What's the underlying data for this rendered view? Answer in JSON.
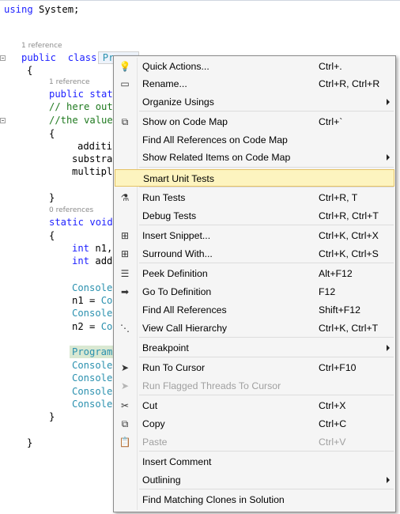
{
  "code": {
    "using_line": {
      "kw": "using",
      "rest": " System;"
    },
    "lens_class_refs": "1 reference",
    "class_line": {
      "kw1": "public",
      "kw2": "class",
      "name": "Pro"
    },
    "brace_open_1": "{",
    "lens_method1_refs": "1 reference",
    "method1_line": {
      "kw1": "public",
      "kw2": "stat"
    },
    "comment1": "// here out",
    "comment2": "//the value",
    "brace_open_2": "{",
    "line_additi": "additi",
    "line_substra": "substra",
    "line_multipl": "multipl",
    "brace_close_2": "}",
    "lens_method2_refs": "0 references",
    "method2_line": {
      "kw1": "static",
      "kw2": "void"
    },
    "brace_open_3": "{",
    "decl1": {
      "kw": "int",
      "rest": " n1,"
    },
    "decl2": {
      "kw": "int",
      "rest": " add"
    },
    "console1": "Console",
    "assign1": {
      "lhs": "n1 = ",
      "rhs": "Co"
    },
    "console2": "Console",
    "assign2": {
      "lhs": "n2 = ",
      "rhs": "Co"
    },
    "program_call": "Program",
    "console3": "Console",
    "console4": "Console",
    "console5": "Console",
    "console6": "Console",
    "brace_close_3": "}",
    "brace_close_1": "}"
  },
  "context_menu": {
    "items": [
      {
        "label": "Quick Actions...",
        "shortcut": "Ctrl+.",
        "icon": "lightbulb-icon",
        "glyph": "💡"
      },
      {
        "label": "Rename...",
        "shortcut": "Ctrl+R, Ctrl+R",
        "icon": "rename-icon",
        "glyph": "▭"
      },
      {
        "label": "Organize Usings",
        "shortcut": "",
        "icon": "",
        "glyph": "",
        "submenu": true
      },
      {
        "label": "Show on Code Map",
        "shortcut": "Ctrl+`",
        "icon": "code-map-icon",
        "glyph": "⧉"
      },
      {
        "label": "Find All References on Code Map",
        "shortcut": "",
        "icon": "",
        "glyph": ""
      },
      {
        "label": "Show Related Items on Code Map",
        "shortcut": "",
        "icon": "",
        "glyph": "",
        "submenu": true
      },
      {
        "label": "Smart Unit Tests",
        "shortcut": "",
        "icon": "",
        "glyph": "",
        "active": true
      },
      {
        "label": "Run Tests",
        "shortcut": "Ctrl+R, T",
        "icon": "flask-icon",
        "glyph": "⚗"
      },
      {
        "label": "Debug Tests",
        "shortcut": "Ctrl+R, Ctrl+T",
        "icon": "",
        "glyph": ""
      },
      {
        "label": "Insert Snippet...",
        "shortcut": "Ctrl+K, Ctrl+X",
        "icon": "snippet-icon",
        "glyph": "⊞"
      },
      {
        "label": "Surround With...",
        "shortcut": "Ctrl+K, Ctrl+S",
        "icon": "surround-icon",
        "glyph": "⊞"
      },
      {
        "label": "Peek Definition",
        "shortcut": "Alt+F12",
        "icon": "peek-icon",
        "glyph": "☰"
      },
      {
        "label": "Go To Definition",
        "shortcut": "F12",
        "icon": "goto-definition-icon",
        "glyph": "➡"
      },
      {
        "label": "Find All References",
        "shortcut": "Shift+F12",
        "icon": "",
        "glyph": ""
      },
      {
        "label": "View Call Hierarchy",
        "shortcut": "Ctrl+K, Ctrl+T",
        "icon": "call-hierarchy-icon",
        "glyph": "⋱"
      },
      {
        "label": "Breakpoint",
        "shortcut": "",
        "icon": "",
        "glyph": "",
        "submenu": true
      },
      {
        "label": "Run To Cursor",
        "shortcut": "Ctrl+F10",
        "icon": "cursor-icon",
        "glyph": "➤"
      },
      {
        "label": "Run Flagged Threads To Cursor",
        "shortcut": "",
        "icon": "cursor-flag-icon",
        "glyph": "➤",
        "disabled": true
      },
      {
        "label": "Cut",
        "shortcut": "Ctrl+X",
        "icon": "scissors-icon",
        "glyph": "✂"
      },
      {
        "label": "Copy",
        "shortcut": "Ctrl+C",
        "icon": "copy-icon",
        "glyph": "⧉"
      },
      {
        "label": "Paste",
        "shortcut": "Ctrl+V",
        "icon": "paste-icon",
        "glyph": "📋",
        "disabled": true
      },
      {
        "label": "Insert Comment",
        "shortcut": "",
        "icon": "",
        "glyph": ""
      },
      {
        "label": "Outlining",
        "shortcut": "",
        "icon": "",
        "glyph": "",
        "submenu": true
      },
      {
        "label": "Find Matching Clones in Solution",
        "shortcut": "",
        "icon": "",
        "glyph": ""
      }
    ]
  },
  "colors": {
    "keyword": "#1f22ff",
    "comment": "#1f7a1f",
    "type": "#2b91af",
    "menu_bg": "#f5f5f5",
    "menu_active": "#fdf4bf"
  }
}
